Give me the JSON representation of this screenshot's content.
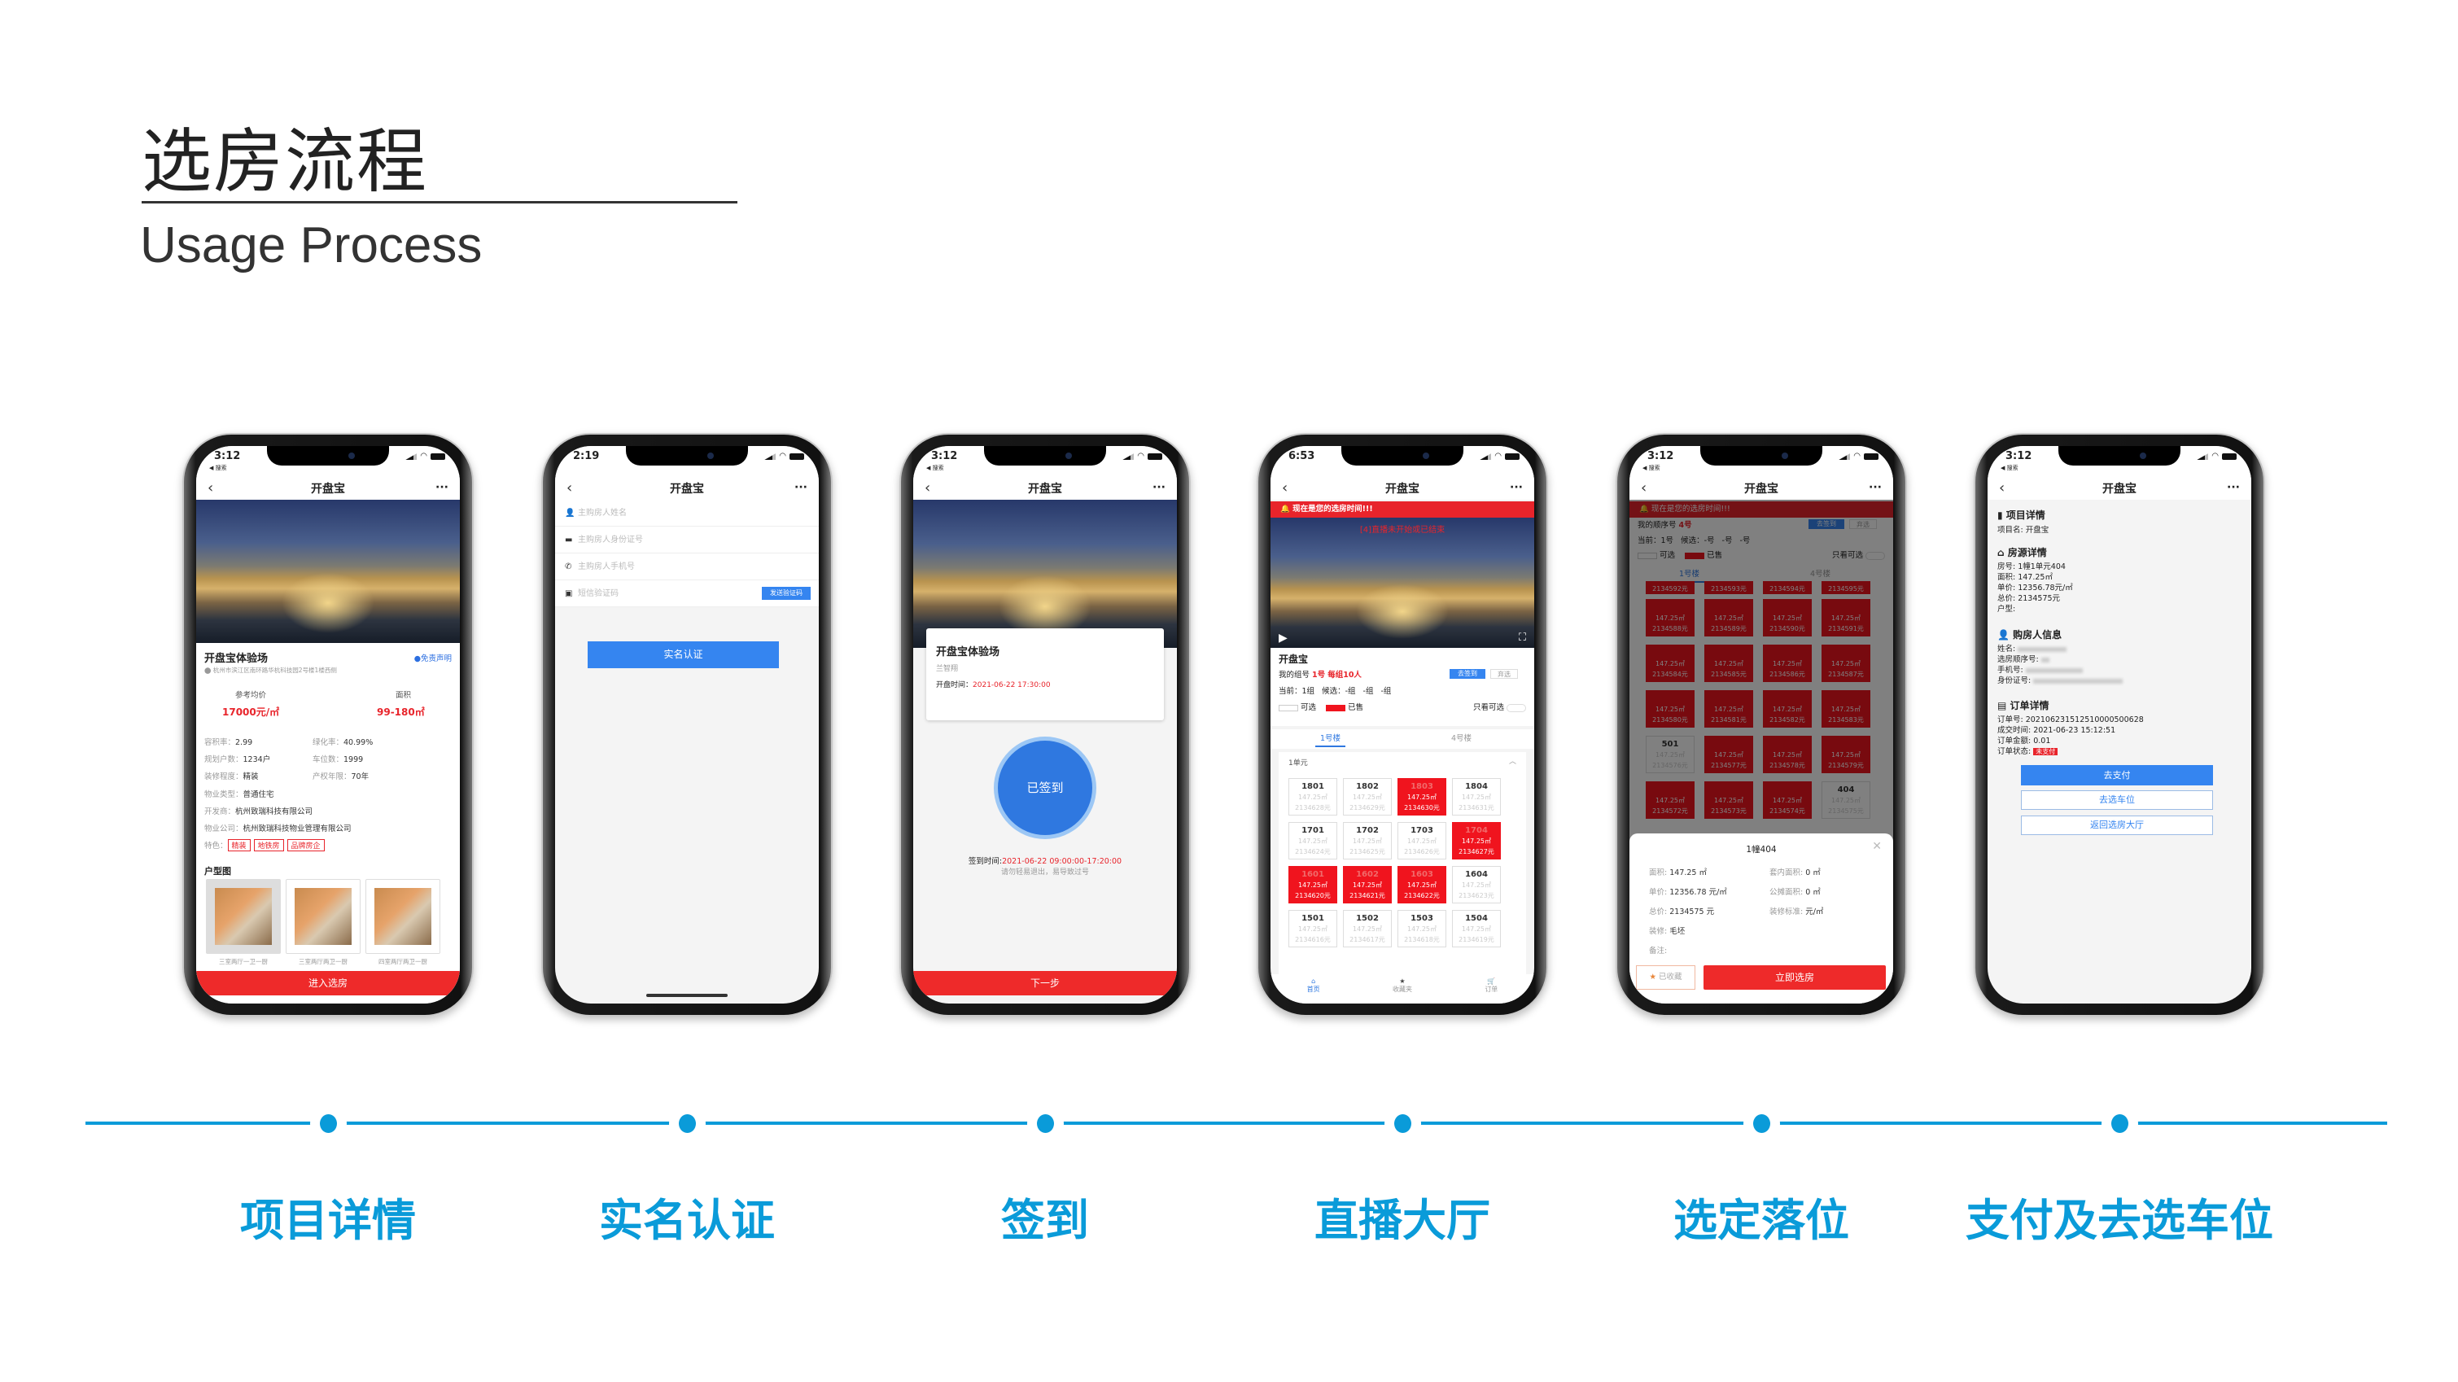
{
  "header": {
    "title": "选房流程",
    "subtitle": "Usage Process"
  },
  "accent_color": "#0a9bd9",
  "steps": [
    {
      "label": "项目详情"
    },
    {
      "label": "实名认证"
    },
    {
      "label": "签到"
    },
    {
      "label": "直播大厅"
    },
    {
      "label": "选定落位"
    },
    {
      "label": "支付及去选车位"
    }
  ],
  "app": {
    "title": "开盘宝",
    "back_app": "◀ 搜索"
  },
  "p1": {
    "time": "3:12",
    "project_name": "开盘宝体验场",
    "disclaimer": "免责声明",
    "address": "杭州市滨江区南环路华杭科技园2号楼1楼西侧",
    "price_label": "参考均价",
    "price": "17000元/㎡",
    "area_label": "面积",
    "area": "99-180㎡",
    "specs_grid": [
      {
        "k": "容积率：",
        "v": "2.99"
      },
      {
        "k": "绿化率：",
        "v": "40.99%"
      },
      {
        "k": "规划户数：",
        "v": "1234户"
      },
      {
        "k": "车位数：",
        "v": "1999"
      },
      {
        "k": "装修程度：",
        "v": "精装"
      },
      {
        "k": "产权年限：",
        "v": "70年"
      }
    ],
    "specs_rows": [
      {
        "k": "物业类型：",
        "v": "普通住宅"
      },
      {
        "k": "开发商：",
        "v": "杭州致瑞科技有限公司"
      },
      {
        "k": "物业公司：",
        "v": "杭州致瑞科技物业管理有限公司"
      }
    ],
    "features_label": "特色：",
    "features": [
      "精装",
      "地铁房",
      "品牌房企"
    ],
    "floorplans_title": "户型图",
    "floorplans": [
      {
        "caption": "三室两厅一卫一厨"
      },
      {
        "caption": "三室两厅两卫一厨"
      },
      {
        "caption": "四室两厅两卫一厨"
      }
    ],
    "cta": "进入选房"
  },
  "p2": {
    "time": "2:19",
    "fields": [
      "主购房人姓名",
      "主购房人身份证号",
      "主购房人手机号",
      "短信验证码"
    ],
    "send_code": "发送验证码",
    "submit": "实名认证"
  },
  "p3": {
    "time": "3:12",
    "project_name": "开盘宝体验场",
    "consultant": "兰智翔",
    "open_time_label": "开盘时间：",
    "open_time": "2021-06-22 17:30:00",
    "checkin_button": "已签到",
    "checkin_time_label": "签到时间:",
    "checkin_time": "2021-06-22 09:00:00-17:20:00",
    "warning": "请勿轻易退出，易导致过号",
    "next": "下一步"
  },
  "p4": {
    "time": "6:53",
    "banner": "现在是您的选房时间!!!",
    "video_notice": "[4]直播未开始或已结束",
    "project": "开盘宝",
    "group_label": "我的组号",
    "group": "1号",
    "group_size": "每组10人",
    "checkin_btn": "去签到",
    "abandon_btn": "弃选",
    "current": "当前：1组",
    "candidates": "候选：-组 -组 -组",
    "legend_available": "可选",
    "legend_sold": "已售",
    "only_available": "只看可选",
    "tabs": [
      "1号楼",
      "4号楼"
    ],
    "unit": "1单元",
    "units": [
      {
        "room": "1801",
        "area": "147.25㎡",
        "price": "2134628元",
        "sold": false
      },
      {
        "room": "1802",
        "area": "147.25㎡",
        "price": "2134629元",
        "sold": false
      },
      {
        "room": "1803",
        "area": "147.25㎡",
        "price": "2134630元",
        "sold": true
      },
      {
        "room": "1804",
        "area": "147.25㎡",
        "price": "2134631元",
        "sold": false
      },
      {
        "room": "1701",
        "area": "147.25㎡",
        "price": "2134624元",
        "sold": false
      },
      {
        "room": "1702",
        "area": "147.25㎡",
        "price": "2134625元",
        "sold": false
      },
      {
        "room": "1703",
        "area": "147.25㎡",
        "price": "2134626元",
        "sold": false
      },
      {
        "room": "1704",
        "area": "147.25㎡",
        "price": "2134627元",
        "sold": true
      },
      {
        "room": "1601",
        "area": "147.25㎡",
        "price": "2134620元",
        "sold": true
      },
      {
        "room": "1602",
        "area": "147.25㎡",
        "price": "2134621元",
        "sold": true
      },
      {
        "room": "1603",
        "area": "147.25㎡",
        "price": "2134622元",
        "sold": true
      },
      {
        "room": "1604",
        "area": "147.25㎡",
        "price": "2134623元",
        "sold": false
      },
      {
        "room": "1501",
        "area": "147.25㎡",
        "price": "2134616元",
        "sold": false
      },
      {
        "room": "1502",
        "area": "147.25㎡",
        "price": "2134617元",
        "sold": false
      },
      {
        "room": "1503",
        "area": "147.25㎡",
        "price": "2134618元",
        "sold": false
      },
      {
        "room": "1504",
        "area": "147.25㎡",
        "price": "2134619元",
        "sold": false
      }
    ],
    "tabbar": [
      "首页",
      "收藏夹",
      "订单"
    ]
  },
  "p5": {
    "time": "3:12",
    "banner": "现在是您的选房时间!!!",
    "order_label": "我的顺序号",
    "order": "4号",
    "checkin_btn": "去签到",
    "abandon_btn": "弃选",
    "current": "当前：1号",
    "candidates": "候选：-号 -号 -号",
    "legend_available": "可选",
    "legend_sold": "已售",
    "only_available": "只看可选",
    "tabs": [
      "1号楼",
      "4号楼"
    ],
    "top_prices": [
      "2134592元",
      "2134593元",
      "2134594元",
      "2134595元"
    ],
    "units": [
      {
        "room": "",
        "area": "147.25㎡",
        "price": "2134588元",
        "sold": true
      },
      {
        "room": "",
        "area": "147.25㎡",
        "price": "2134589元",
        "sold": true
      },
      {
        "room": "",
        "area": "147.25㎡",
        "price": "2134590元",
        "sold": true
      },
      {
        "room": "",
        "area": "147.25㎡",
        "price": "2134591元",
        "sold": true
      },
      {
        "room": "",
        "area": "147.25㎡",
        "price": "2134584元",
        "sold": true
      },
      {
        "room": "",
        "area": "147.25㎡",
        "price": "2134585元",
        "sold": true
      },
      {
        "room": "",
        "area": "147.25㎡",
        "price": "2134586元",
        "sold": true
      },
      {
        "room": "",
        "area": "147.25㎡",
        "price": "2134587元",
        "sold": true
      },
      {
        "room": "",
        "area": "147.25㎡",
        "price": "2134580元",
        "sold": true
      },
      {
        "room": "",
        "area": "147.25㎡",
        "price": "2134581元",
        "sold": true
      },
      {
        "room": "",
        "area": "147.25㎡",
        "price": "2134582元",
        "sold": true
      },
      {
        "room": "",
        "area": "147.25㎡",
        "price": "2134583元",
        "sold": true
      },
      {
        "room": "501",
        "area": "147.25㎡",
        "price": "2134576元",
        "sold": false
      },
      {
        "room": "",
        "area": "147.25㎡",
        "price": "2134577元",
        "sold": true
      },
      {
        "room": "",
        "area": "147.25㎡",
        "price": "2134578元",
        "sold": true
      },
      {
        "room": "",
        "area": "147.25㎡",
        "price": "2134579元",
        "sold": true
      },
      {
        "room": "",
        "area": "147.25㎡",
        "price": "2134572元",
        "sold": true
      },
      {
        "room": "",
        "area": "147.25㎡",
        "price": "2134573元",
        "sold": true
      },
      {
        "room": "",
        "area": "147.25㎡",
        "price": "2134574元",
        "sold": true
      },
      {
        "room": "404",
        "area": "147.25㎡",
        "price": "2134575元",
        "sold": false
      }
    ],
    "sheet": {
      "title": "1幢404",
      "left": [
        {
          "k": "面积: ",
          "v": "147.25 ㎡"
        },
        {
          "k": "单价: ",
          "v": "12356.78 元/㎡"
        },
        {
          "k": "总价: ",
          "v": "2134575 元"
        },
        {
          "k": "装修: ",
          "v": "毛坯"
        },
        {
          "k": "备注:",
          "v": ""
        }
      ],
      "right": [
        {
          "k": "套内面积: ",
          "v": "0 ㎡"
        },
        {
          "k": "公摊面积: ",
          "v": "0 ㎡"
        },
        {
          "k": "装修标准: ",
          "v": "元/㎡"
        }
      ],
      "favorite": "已收藏",
      "select": "立即选房"
    }
  },
  "p6": {
    "time": "3:12",
    "project_section": "项目详情",
    "project_line": "项目名: 开盘宝",
    "house_section": "房源详情",
    "house_lines": [
      "房号: 1幢1单元404",
      "面积: 147.25㎡",
      "单价: 12356.78元/㎡",
      "总价: 2134575元",
      "户型:"
    ],
    "buyer_section": "购房人信息",
    "buyer_labels": [
      "姓名:",
      "选房顺序号:",
      "手机号:",
      "身份证号:"
    ],
    "order_section": "订单详情",
    "order_lines": [
      "订单号: 202106231512510000500628",
      "成交时间: 2021-06-23 15:12:51",
      "订单金额: 0.01"
    ],
    "order_status_label": "订单状态:",
    "order_status": "未支付",
    "pay": "去支付",
    "parking": "去选车位",
    "back_hall": "返回选房大厅"
  }
}
